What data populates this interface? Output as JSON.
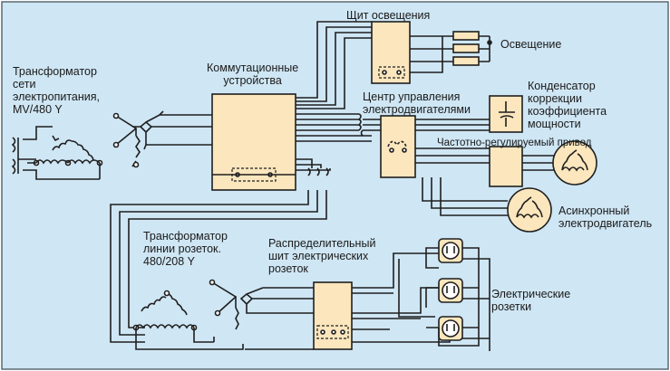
{
  "colors": {
    "background": "#cfe6f4",
    "component_fill": "#fbe6bd",
    "line": "#1f1f1f",
    "border": "#5a6a75"
  },
  "labels": {
    "supply_transformer": "Трансформатор\nсети\nэлектропитания,\nMV/480 Y",
    "switchgear": "Коммутационные\nустройства",
    "lighting_panel": "Щит освещения",
    "lighting": "Освещение",
    "motor_control_center": "Центр управления\nэлектродвигателями",
    "pf_capacitor": "Конденсатор\nкоррекции\nкоэффициента\nмощности",
    "vfd": "Частотно-регулируемый привод",
    "induction_motor": "Асинхронный\nэлектродвигатель",
    "receptacle_transformer": "Трансформатор\nлинии розеток.\n480/208 Y",
    "distribution_panel": "Распределительный\nшит электрических\nрозеток",
    "receptacles": "Электрические\nрозетки"
  }
}
